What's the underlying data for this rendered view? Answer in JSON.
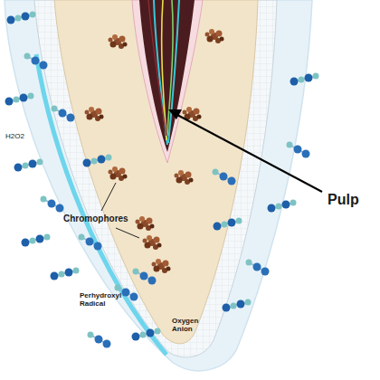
{
  "diagram": {
    "labels": [
      "H2O2",
      "Pulp",
      "Chromophores",
      "Perhydroxyl Radical",
      "Oxygen Anion"
    ]
  }
}
